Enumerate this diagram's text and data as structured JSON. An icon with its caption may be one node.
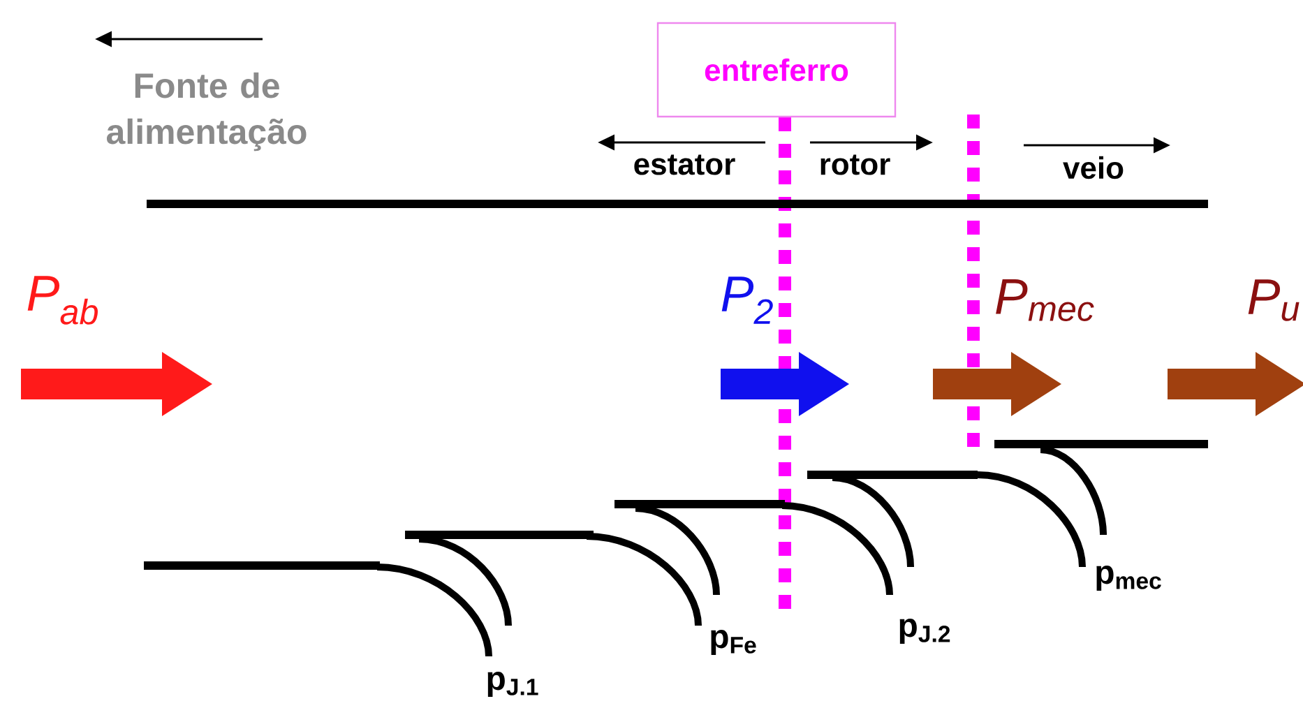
{
  "diagram": {
    "nodes": [
      {
        "text": [
          "entreferro"
        ]
      }
    ],
    "labels": [
      "Fonte de alimentação",
      "estator",
      "rotor",
      "veio",
      "P$_{ab}$",
      "P$_{2}$",
      "P$_{mec}$",
      "P$_{u}$",
      "p$_{mec}$",
      "p$_{Fe}$",
      "p$_{J.2}$",
      "p$_{J.1}$"
    ]
  }
}
